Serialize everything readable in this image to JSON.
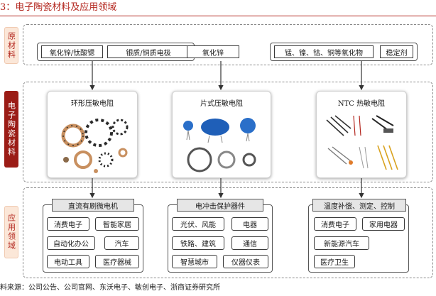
{
  "title": "3：电子陶瓷材料及应用领域",
  "side_labels": {
    "raw": "原材料",
    "ceramic": "电子陶瓷材料",
    "application": "应用领域"
  },
  "raw_materials": [
    "氧化锌/钛酸锶",
    "银质/铜质电极",
    "氧化锌",
    "锰、镍、钴、铜等氧化物",
    "稳定剂"
  ],
  "products": [
    "环形压敏电阻",
    "片式压敏电阻",
    "NTC 热敏电阻"
  ],
  "applications": [
    {
      "title": "直流有刷微电机",
      "items": [
        "消费电子",
        "智能家居",
        "自动化办公",
        "汽车",
        "电动工具",
        "医疗器械"
      ]
    },
    {
      "title": "电冲击保护器件",
      "items": [
        "光伏、风能",
        "电器",
        "铁路、建筑",
        "通信",
        "智慧城市",
        "仪器仪表"
      ]
    },
    {
      "title": "温度补偿、测定、控制",
      "items": [
        "消费电子",
        "家用电器",
        "新能源汽车",
        "医疗卫生"
      ]
    }
  ],
  "source": "料来源：公司公告、公司官网、东沃电子、敏创电子、浙商证券研究所",
  "colors": {
    "accent": "#b3261e",
    "label_dark": "#9b1c16",
    "label_light": "#fbe7d8"
  },
  "icons": [
    "ring-varistor-photo",
    "chip-varistor-photo",
    "ntc-thermistor-photo"
  ]
}
